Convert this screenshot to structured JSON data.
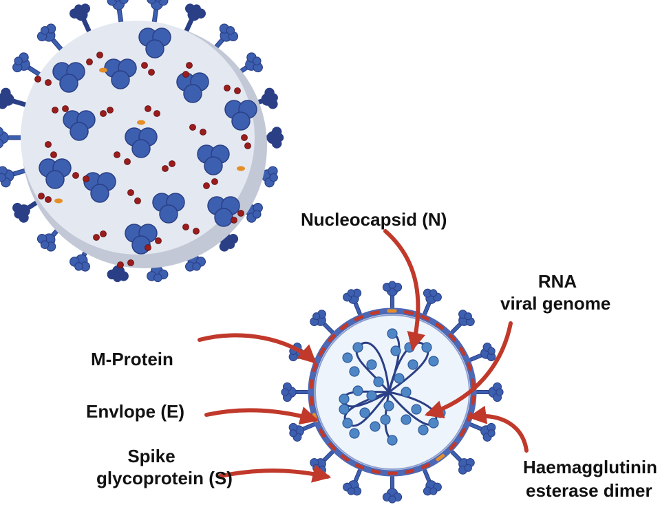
{
  "labels": {
    "nucleocapsid": "Nucleocapsid (N)",
    "rna_line1": "RNA",
    "rna_line2": "viral genome",
    "m_protein": "M-Protein",
    "envelope": "Envlope (E)",
    "spike_line1": "Spike",
    "spike_line2": "glycoprotein (S)",
    "hemagglutinin_line1": "Haemagglutinin",
    "hemagglutinin_line2": "esterase dimer"
  },
  "colors": {
    "spike_fill": "#3d5fb0",
    "spike_dark": "#2a3f85",
    "membrane_fill": "#e4e8f1",
    "membrane_shadow": "#c2c8d6",
    "membrane_outline": "#4d68b4",
    "interior_fill": "#eef4fb",
    "m_protein": "#c0392b",
    "envelope_protein": "#e58e26",
    "nucleocapsid_bead": "#4f86c6",
    "rna_strand": "#2a3f85",
    "arrow": "#c0392b"
  },
  "icons": {
    "whole_virion": "coronavirus-3d-illustration",
    "cross_section": "coronavirus-cross-section-illustration"
  }
}
